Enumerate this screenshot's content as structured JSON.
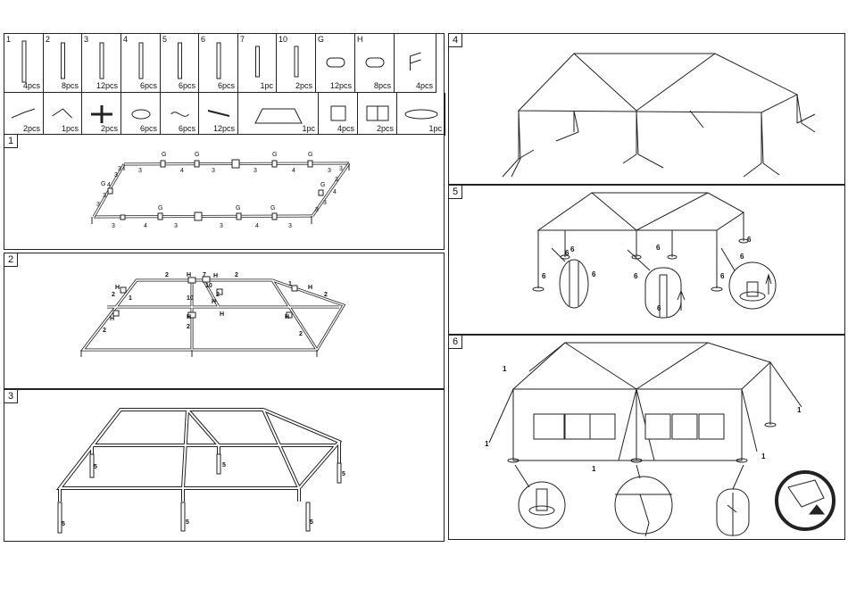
{
  "parts_row1": [
    {
      "id": "1",
      "qty": "4pcs",
      "icon": "long-pole-icon"
    },
    {
      "id": "2",
      "qty": "8pcs",
      "icon": "pole-icon"
    },
    {
      "id": "3",
      "qty": "12pcs",
      "icon": "pole-icon"
    },
    {
      "id": "4",
      "qty": "6pcs",
      "icon": "pole-icon"
    },
    {
      "id": "5",
      "qty": "6pcs",
      "icon": "pole-icon"
    },
    {
      "id": "6",
      "qty": "6pcs",
      "icon": "pole-icon"
    },
    {
      "id": "7",
      "qty": "1pc",
      "icon": "short-pole-icon"
    },
    {
      "id": "10",
      "qty": "2pcs",
      "icon": "short-pole-icon"
    },
    {
      "id": "G",
      "qty": "12pcs",
      "icon": "sleeve-connector-icon"
    },
    {
      "id": "H",
      "qty": "8pcs",
      "icon": "sleeve-connector-icon"
    },
    {
      "id": "",
      "qty": "4pcs",
      "icon": "corner-connector-icon"
    }
  ],
  "parts_row2": [
    {
      "qty": "2pcs",
      "icon": "angled-connector-icon"
    },
    {
      "qty": "1pcs",
      "icon": "peak-connector-icon"
    },
    {
      "qty": "2pcs",
      "icon": "cross-connector-icon"
    },
    {
      "qty": "6pcs",
      "icon": "foot-plate-icon"
    },
    {
      "qty": "6pcs",
      "icon": "rope-icon"
    },
    {
      "qty": "12pcs",
      "icon": "stake-icon"
    },
    {
      "qty": "1pc",
      "icon": "canopy-roof-icon"
    },
    {
      "qty": "4pcs",
      "icon": "window-wall-icon"
    },
    {
      "qty": "2pcs",
      "icon": "door-wall-icon"
    },
    {
      "qty": "1pc",
      "icon": "bag-icon"
    }
  ],
  "steps": {
    "s1": "1",
    "s2": "2",
    "s3": "3",
    "s4": "4",
    "s5": "5",
    "s6": "6"
  },
  "labels": {
    "g": "G",
    "h": "H",
    "n1": "1",
    "n2": "2",
    "n3": "3",
    "n4": "4",
    "n5": "5",
    "n6": "6",
    "n7": "7",
    "n10": "10"
  },
  "colors": {
    "line": "#222222",
    "bg": "#ffffff"
  }
}
